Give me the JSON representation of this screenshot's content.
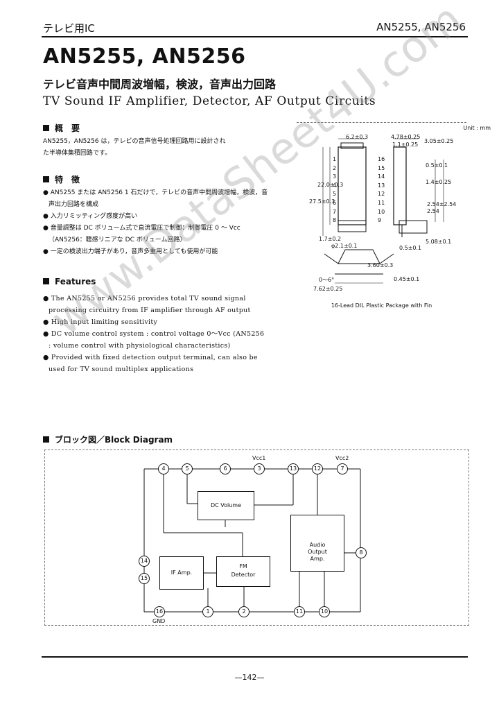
{
  "header": {
    "left": "テレビ用IC",
    "right": "AN5255, AN5256"
  },
  "title": "AN5255, AN5256",
  "subtitle_jp": "テレビ音声中間周波増幅，検波，音声出力回路",
  "subtitle_en": "TV Sound IF Amplifier, Detector, AF Output Circuits",
  "overview": {
    "heading": "概　要",
    "text_1": "AN5255，AN5256 は，テレビの音声信号処理回路用に設計され",
    "text_2": "た半導体集積回路です。"
  },
  "features_jp": {
    "heading": "特　徴",
    "items": [
      "AN5255 または AN5256 1 石だけで，テレビの音声中間周波増幅，検波，音声出力回路を構成",
      "入力リミッティング感度が高い",
      "音量調整は DC ボリューム式で直流電圧で制御：制御電圧 0 ～ Vcc（AN5256：聴感リニアな DC ボリューム回路）",
      "一定の検波出力端子があり，音声多重用としても使用が可能"
    ]
  },
  "features_en": {
    "heading": "Features",
    "items": [
      "The AN5255 or AN5256 provides total TV sound signal processing circuitry from IF amplifier through AF output",
      "High input limiting sensitivity",
      "DC volume control system : control voltage 0～Vcc (AN5256 : volume control with physiological characteristics)",
      "Provided with fixed detection output terminal, can also be used for TV sound multiplex applications"
    ]
  },
  "package": {
    "unit": "Unit : mm",
    "caption": "16-Lead DIL Plastic Package with Fin",
    "pins_left": [
      "1",
      "2",
      "3",
      "4",
      "5",
      "6",
      "7",
      "8"
    ],
    "pins_right": [
      "16",
      "15",
      "14",
      "13",
      "12",
      "11",
      "10",
      "9"
    ],
    "dims": [
      "6.2±0.3",
      "4.78±0.25",
      "1.1±0.25",
      "3.05±0.25",
      "0.5±0.1",
      "1.4±0.25",
      "27.5±0.3",
      "22.0±0.3",
      "1.7±0.2",
      "φ2.1±0.1",
      "0.5±0.1",
      "2.54",
      "5.08±0.1",
      "3.60±0.3",
      "0～6°",
      "7.62±0.25",
      "0.45±0.1",
      "2.54±2.54"
    ]
  },
  "block_diagram": {
    "heading": "ブロック図／Block Diagram",
    "blocks": {
      "dc_volume": "DC Volume",
      "if_amp": "IF Amp.",
      "fm_det_1": "FM",
      "fm_det_2": "Detector",
      "audio_1": "Audio",
      "audio_2": "Output",
      "audio_3": "Amp."
    },
    "pins": {
      "p4": "4",
      "p5": "5",
      "p6": "6",
      "p3": "3",
      "p13": "13",
      "p12": "12",
      "p7": "7",
      "p14": "14",
      "p15": "15",
      "p8": "8",
      "p16": "16",
      "p1": "1",
      "p2": "2",
      "p11": "11",
      "p10": "10"
    },
    "vcc1": "Vcc1",
    "vcc2": "Vcc2",
    "gnd": "GND"
  },
  "page_number": "—142—",
  "watermark": "www.DataSheet4U.com"
}
